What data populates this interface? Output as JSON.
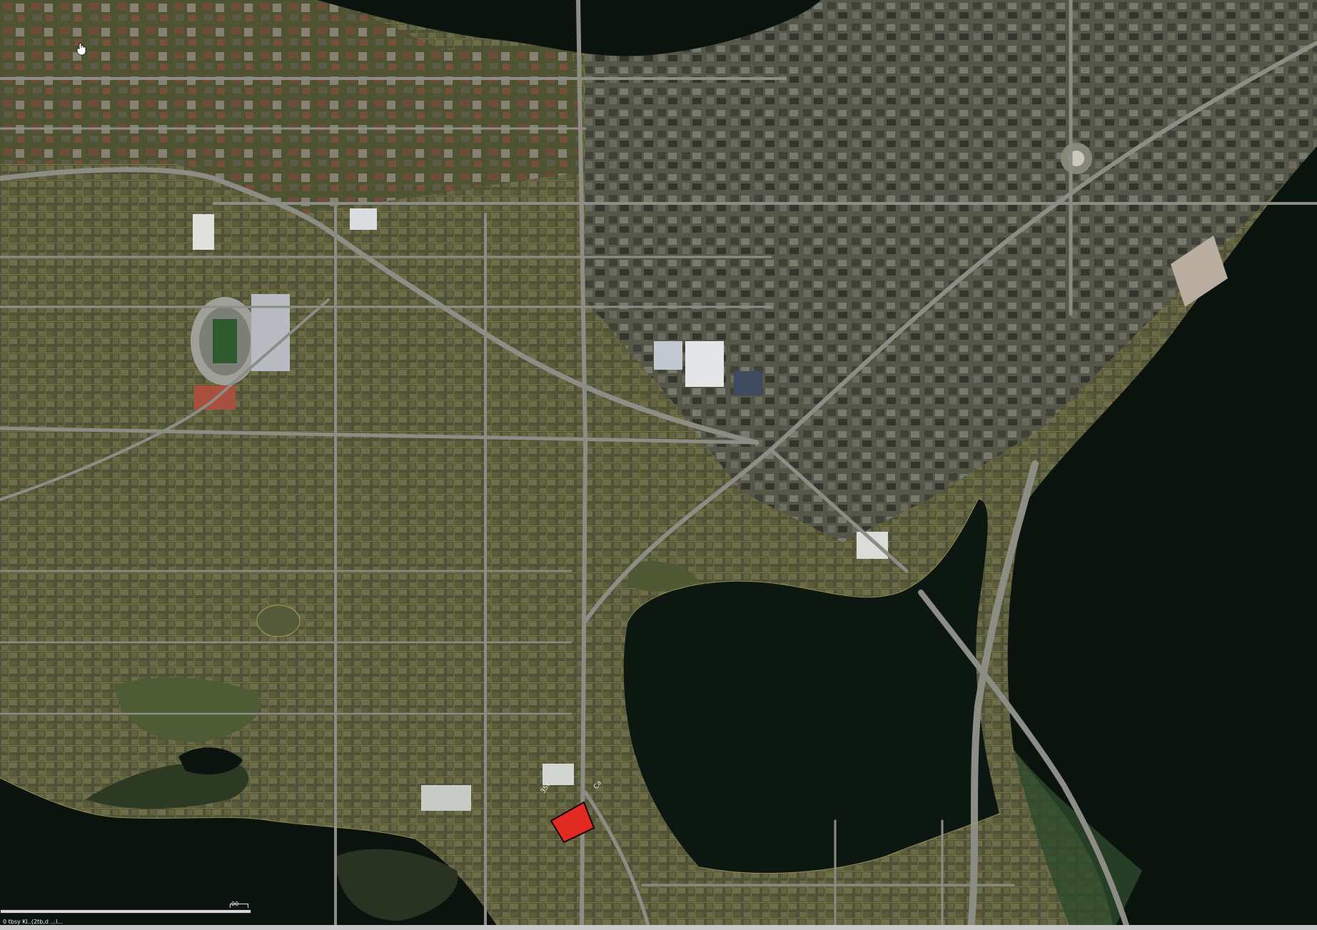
{
  "view": {
    "type": "satellite",
    "colors": {
      "water": "#0b130f",
      "urban_block": "#575b3d",
      "road": "#8c8e86",
      "parcel_line": "#a8a14e",
      "campus_roof": "#6e4a3a",
      "park": "#4d5c34",
      "highlight_parcel": "#e02a22",
      "highlight_outline": "#1a0000"
    }
  },
  "features": {
    "highlighted_parcel": {
      "label": "selected-parcel"
    },
    "street_labels": [
      "35t",
      "Ca"
    ]
  },
  "scale_bar": {
    "caption": "0 tbsy Kl..(2tb,d ...l...",
    "max_label": "00"
  },
  "cursor": {
    "icon": "hand-cursor-icon"
  }
}
